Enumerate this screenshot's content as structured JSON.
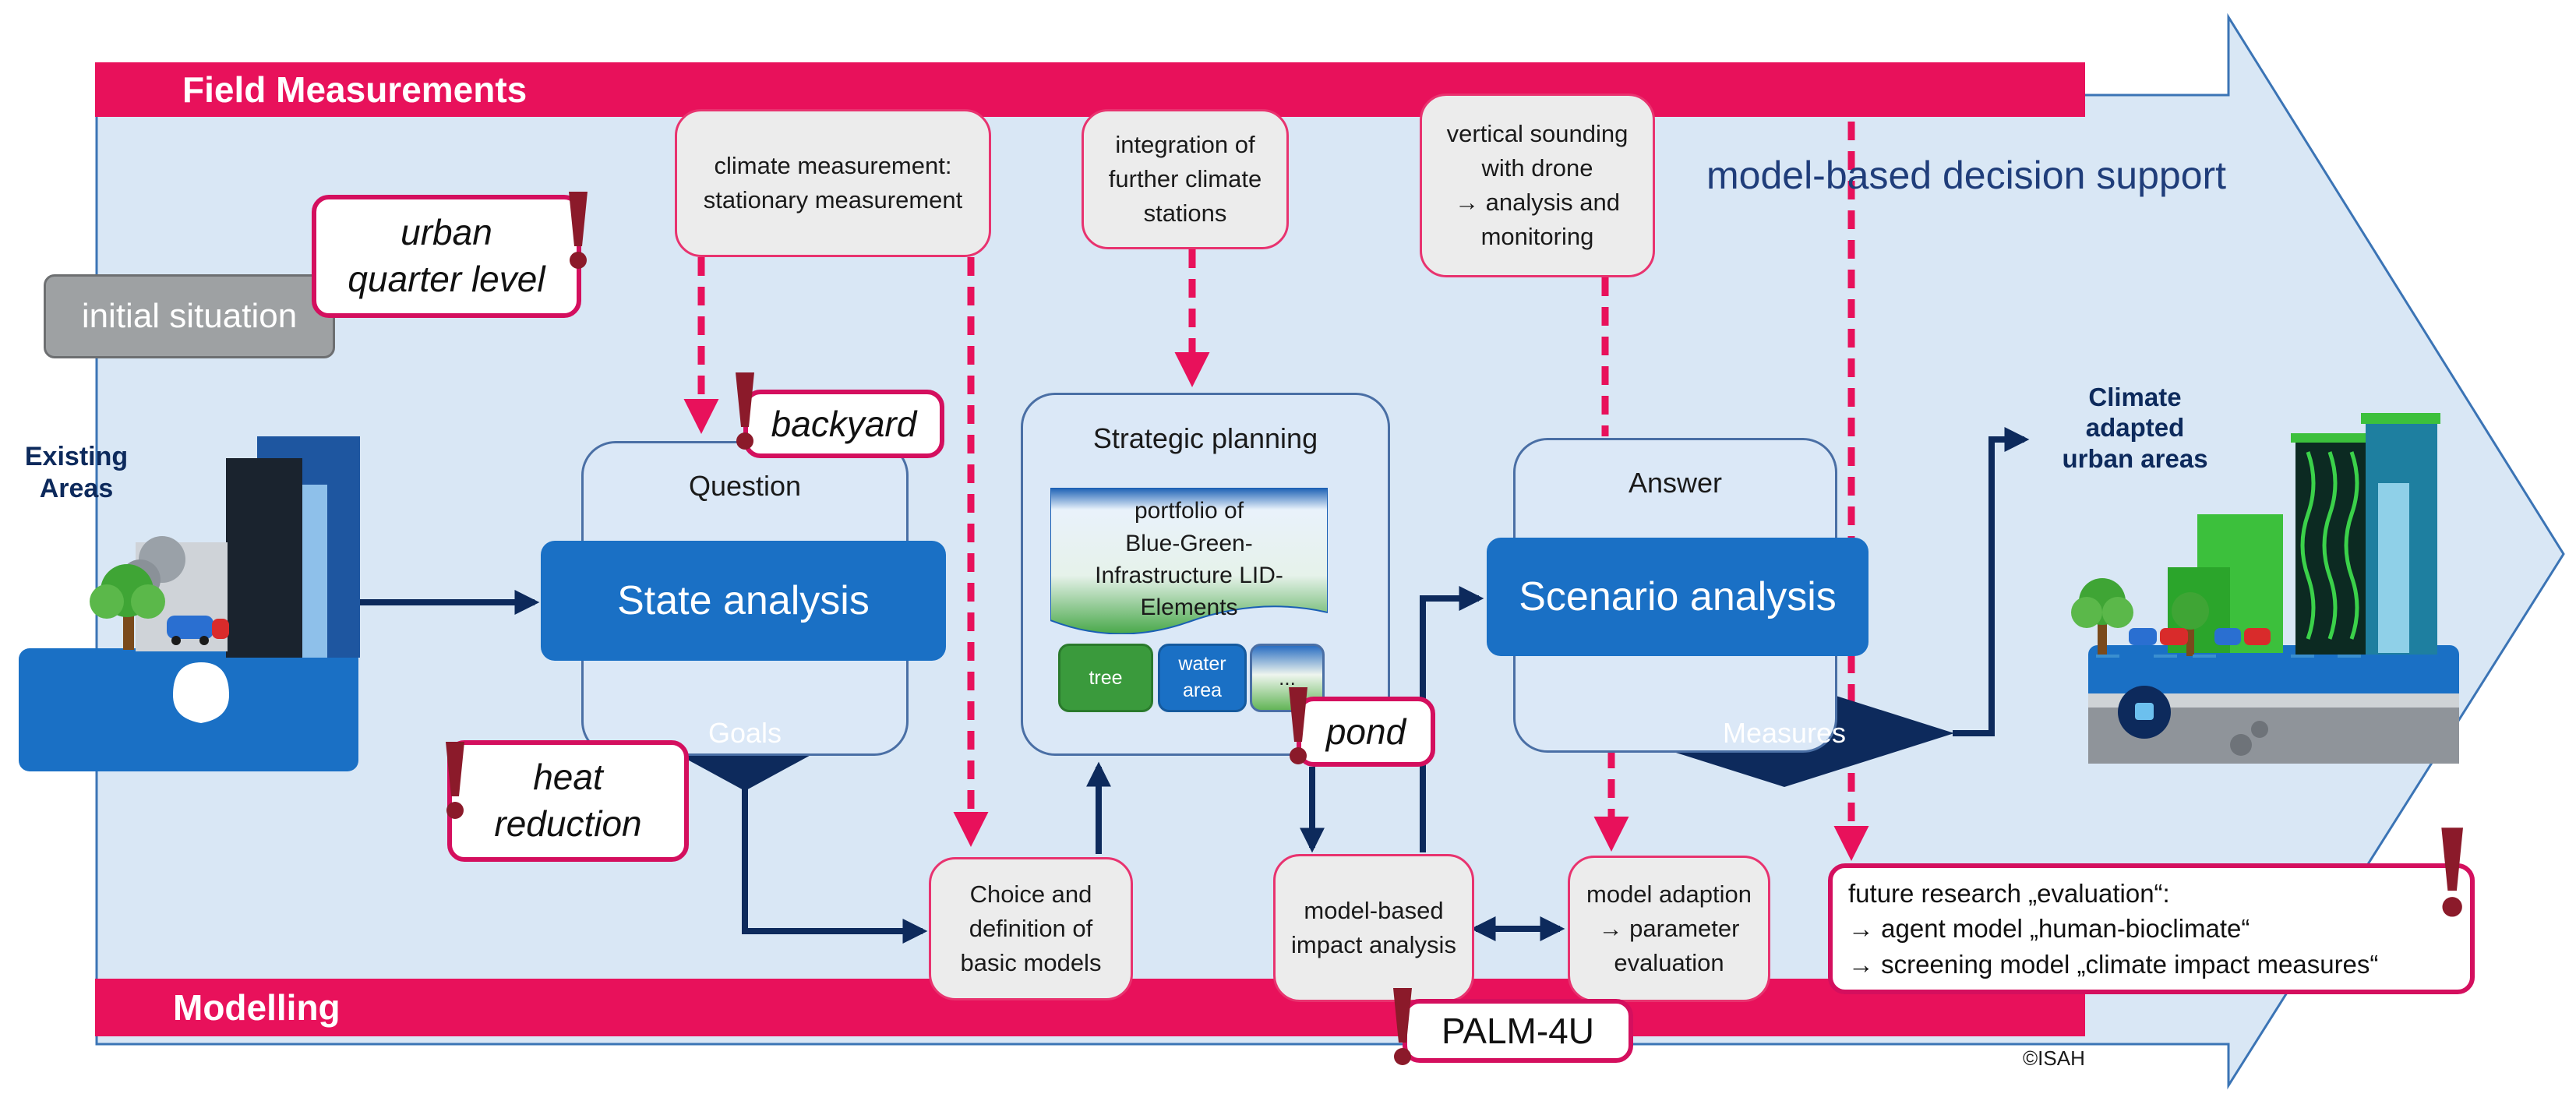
{
  "banners": {
    "field_measurements": "Field Measurements",
    "modelling": "Modelling",
    "decision_support": "model-based decision support"
  },
  "left": {
    "initial_situation": "initial situation",
    "existing_areas": "Existing\nAreas"
  },
  "right": {
    "climate_adapted": "Climate\nadapted\nurban areas"
  },
  "field_boxes": {
    "climate_measurement": "climate measurement:\nstationary measurement",
    "integration": "integration of\nfurther climate\nstations",
    "vertical_sounding": "vertical sounding\nwith drone\n→ analysis and\nmonitoring"
  },
  "process": {
    "question_title": "Question",
    "state_analysis": "State analysis",
    "goals": "Goals",
    "strategic_planning": "Strategic planning",
    "portfolio": "portfolio of\nBlue-Green-\nInfrastructure LID-\nElements",
    "tree": "tree",
    "water_area": "water\narea",
    "ellipsis": "...",
    "answer_title": "Answer",
    "scenario_analysis": "Scenario analysis",
    "measures": "Measures"
  },
  "modelling_boxes": {
    "choice": "Choice and\ndefinition of\nbasic models",
    "impact": "model-based\nimpact analysis",
    "adaption": "model adaption\n→ parameter\nevaluation"
  },
  "alerts": {
    "urban_quarter": "urban\nquarter level",
    "backyard": "backyard",
    "heat_reduction": "heat\nreduction",
    "pond": "pond",
    "palm": "PALM-4U",
    "future_research": "future research „evaluation“:\n→ agent model „human-bioclimate“\n→ screening model „climate impact measures“"
  },
  "credit": "©ISAH",
  "colors": {
    "magenta": "#e8115b",
    "dark_navy": "#0d2a5c",
    "blue_box": "#1a70c5",
    "arrow_fill": "#d9e7f5",
    "panel_fill": "#dbe8f7",
    "gray_box": "#ececec",
    "alert_red": "#8b1a2a"
  }
}
